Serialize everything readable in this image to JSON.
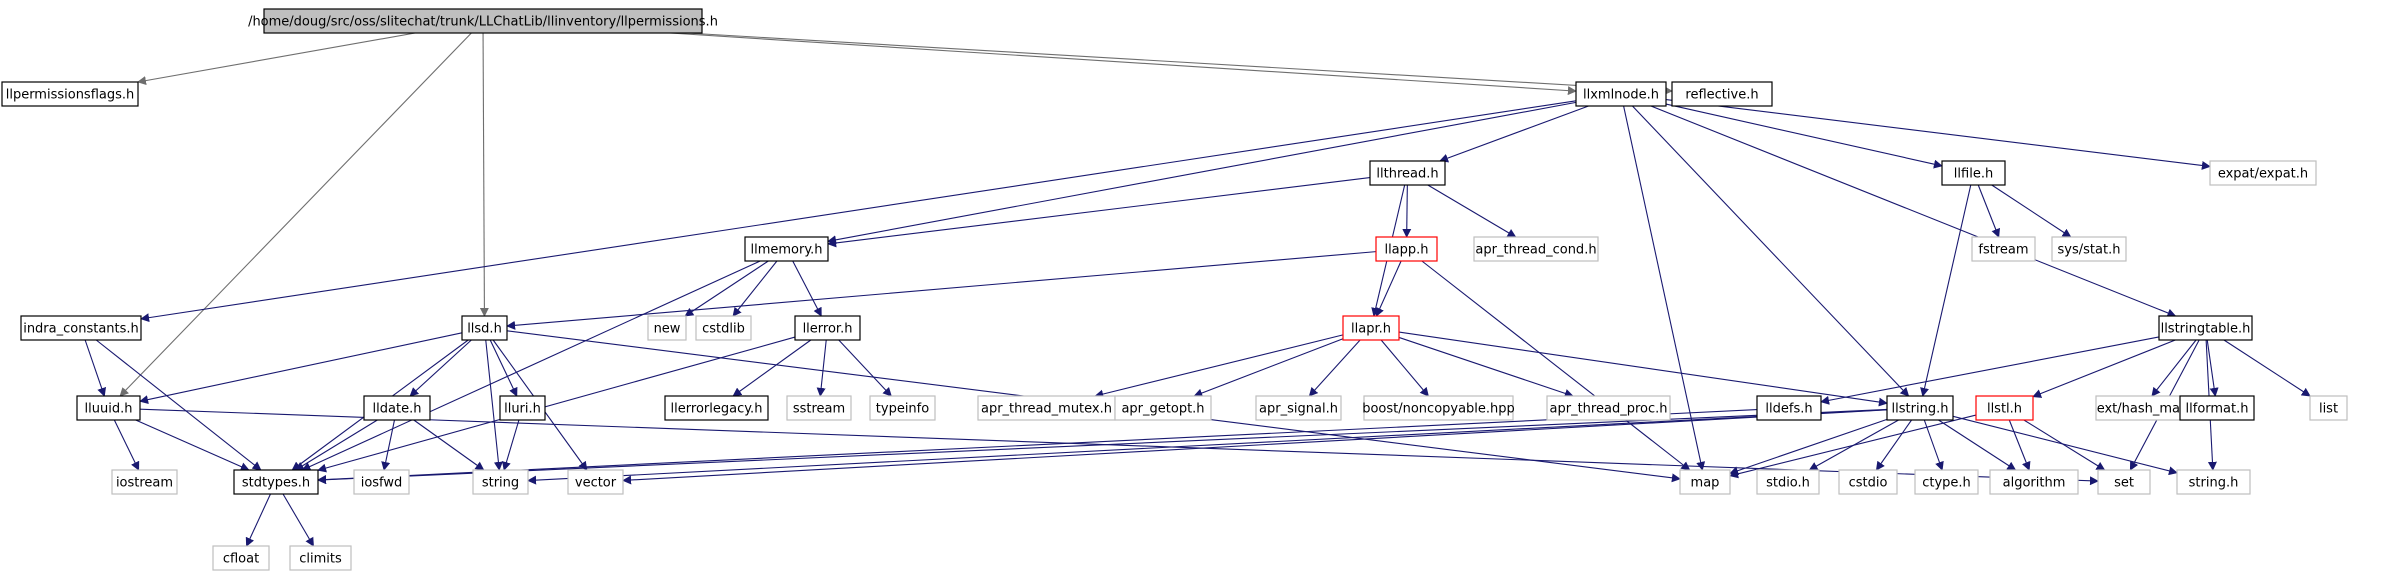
{
  "diagram": {
    "colors": {
      "edge": "#191970",
      "root_edge": "#6e6e6e",
      "root_fill": "#bfbfbf",
      "documented_border": "#000000",
      "undocumented_border": "#bfbfbf",
      "truncated_border": "#ff0000"
    },
    "nodes": [
      {
        "id": "root",
        "label": "/home/doug/src/oss/slitechat/trunk/LLChatLib/llinventory/llpermissions.h",
        "style": "root"
      },
      {
        "id": "llpermissionsflags",
        "label": "llpermissionsflags.h",
        "style": "doc"
      },
      {
        "id": "reflective",
        "label": "reflective.h",
        "style": "doc"
      },
      {
        "id": "llxmlnode",
        "label": "llxmlnode.h",
        "style": "doc"
      },
      {
        "id": "llthread",
        "label": "llthread.h",
        "style": "doc"
      },
      {
        "id": "llfile",
        "label": "llfile.h",
        "style": "doc"
      },
      {
        "id": "expat",
        "label": "expat/expat.h",
        "style": "ext"
      },
      {
        "id": "llmemory",
        "label": "llmemory.h",
        "style": "doc"
      },
      {
        "id": "llapp",
        "label": "llapp.h",
        "style": "trunc"
      },
      {
        "id": "apr_thread_cond",
        "label": "apr_thread_cond.h",
        "style": "ext"
      },
      {
        "id": "fstream",
        "label": "fstream",
        "style": "ext"
      },
      {
        "id": "sysstat",
        "label": "sys/stat.h",
        "style": "ext"
      },
      {
        "id": "indra_constants",
        "label": "indra_constants.h",
        "style": "doc"
      },
      {
        "id": "llsd",
        "label": "llsd.h",
        "style": "doc"
      },
      {
        "id": "new",
        "label": "new",
        "style": "ext"
      },
      {
        "id": "cstdlib",
        "label": "cstdlib",
        "style": "ext"
      },
      {
        "id": "llerror",
        "label": "llerror.h",
        "style": "doc"
      },
      {
        "id": "llapr",
        "label": "llapr.h",
        "style": "trunc"
      },
      {
        "id": "llstringtable",
        "label": "llstringtable.h",
        "style": "doc"
      },
      {
        "id": "lluuid",
        "label": "lluuid.h",
        "style": "doc"
      },
      {
        "id": "lldate",
        "label": "lldate.h",
        "style": "doc"
      },
      {
        "id": "lluri",
        "label": "lluri.h",
        "style": "doc"
      },
      {
        "id": "llerrorlegacy",
        "label": "llerrorlegacy.h",
        "style": "doc"
      },
      {
        "id": "sstream",
        "label": "sstream",
        "style": "ext"
      },
      {
        "id": "typeinfo",
        "label": "typeinfo",
        "style": "ext"
      },
      {
        "id": "apr_thread_mutex",
        "label": "apr_thread_mutex.h",
        "style": "ext"
      },
      {
        "id": "apr_getopt",
        "label": "apr_getopt.h",
        "style": "ext"
      },
      {
        "id": "apr_signal",
        "label": "apr_signal.h",
        "style": "ext"
      },
      {
        "id": "boost_noncopyable",
        "label": "boost/noncopyable.hpp",
        "style": "ext"
      },
      {
        "id": "apr_thread_proc",
        "label": "apr_thread_proc.h",
        "style": "ext"
      },
      {
        "id": "lldefs",
        "label": "lldefs.h",
        "style": "doc"
      },
      {
        "id": "llstring",
        "label": "llstring.h",
        "style": "doc"
      },
      {
        "id": "llstl",
        "label": "llstl.h",
        "style": "trunc"
      },
      {
        "id": "ext_hash_map",
        "label": "ext/hash_map",
        "style": "ext"
      },
      {
        "id": "llformat",
        "label": "llformat.h",
        "style": "doc"
      },
      {
        "id": "list",
        "label": "list",
        "style": "ext"
      },
      {
        "id": "iostream",
        "label": "iostream",
        "style": "ext"
      },
      {
        "id": "stdtypes",
        "label": "stdtypes.h",
        "style": "doc"
      },
      {
        "id": "iosfwd",
        "label": "iosfwd",
        "style": "ext"
      },
      {
        "id": "string",
        "label": "string",
        "style": "ext"
      },
      {
        "id": "vector",
        "label": "vector",
        "style": "ext"
      },
      {
        "id": "map",
        "label": "map",
        "style": "ext"
      },
      {
        "id": "stdio",
        "label": "stdio.h",
        "style": "ext"
      },
      {
        "id": "cstdio",
        "label": "cstdio",
        "style": "ext"
      },
      {
        "id": "ctype",
        "label": "ctype.h",
        "style": "ext"
      },
      {
        "id": "algorithm",
        "label": "algorithm",
        "style": "ext"
      },
      {
        "id": "set",
        "label": "set",
        "style": "ext"
      },
      {
        "id": "stringh",
        "label": "string.h",
        "style": "ext"
      },
      {
        "id": "cfloat",
        "label": "cfloat",
        "style": "ext"
      },
      {
        "id": "climits",
        "label": "climits",
        "style": "ext"
      }
    ],
    "edges": [
      [
        "root",
        "llpermissionsflags"
      ],
      [
        "root",
        "reflective"
      ],
      [
        "root",
        "llxmlnode"
      ],
      [
        "root",
        "llsd"
      ],
      [
        "root",
        "lluuid"
      ],
      [
        "llxmlnode",
        "llthread"
      ],
      [
        "llxmlnode",
        "llfile"
      ],
      [
        "llxmlnode",
        "expat"
      ],
      [
        "llxmlnode",
        "llmemory"
      ],
      [
        "llxmlnode",
        "indra_constants"
      ],
      [
        "llxmlnode",
        "llstringtable"
      ],
      [
        "llxmlnode",
        "llstring"
      ],
      [
        "llxmlnode",
        "map"
      ],
      [
        "llthread",
        "llmemory"
      ],
      [
        "llthread",
        "llapp"
      ],
      [
        "llthread",
        "apr_thread_cond"
      ],
      [
        "llthread",
        "llapr"
      ],
      [
        "llfile",
        "fstream"
      ],
      [
        "llfile",
        "sysstat"
      ],
      [
        "llfile",
        "llstring"
      ],
      [
        "llmemory",
        "new"
      ],
      [
        "llmemory",
        "cstdlib"
      ],
      [
        "llmemory",
        "llerror"
      ],
      [
        "llmemory",
        "stdtypes"
      ],
      [
        "llapp",
        "llapr"
      ],
      [
        "llapp",
        "llsd"
      ],
      [
        "llapp",
        "map"
      ],
      [
        "indra_constants",
        "lluuid"
      ],
      [
        "indra_constants",
        "stdtypes"
      ],
      [
        "llsd",
        "lluuid"
      ],
      [
        "llsd",
        "lldate"
      ],
      [
        "llsd",
        "lluri"
      ],
      [
        "llsd",
        "stdtypes"
      ],
      [
        "llsd",
        "string"
      ],
      [
        "llsd",
        "vector"
      ],
      [
        "llsd",
        "map"
      ],
      [
        "llerror",
        "llerrorlegacy"
      ],
      [
        "llerror",
        "sstream"
      ],
      [
        "llerror",
        "typeinfo"
      ],
      [
        "llerror",
        "stdtypes"
      ],
      [
        "llapr",
        "apr_thread_mutex"
      ],
      [
        "llapr",
        "apr_getopt"
      ],
      [
        "llapr",
        "apr_signal"
      ],
      [
        "llapr",
        "boost_noncopyable"
      ],
      [
        "llapr",
        "apr_thread_proc"
      ],
      [
        "llapr",
        "llstring"
      ],
      [
        "llstringtable",
        "lldefs"
      ],
      [
        "llstringtable",
        "llstl"
      ],
      [
        "llstringtable",
        "ext_hash_map"
      ],
      [
        "llstringtable",
        "llformat"
      ],
      [
        "llstringtable",
        "list"
      ],
      [
        "llstringtable",
        "stringh"
      ],
      [
        "llstringtable",
        "set"
      ],
      [
        "lluuid",
        "iostream"
      ],
      [
        "lluuid",
        "stdtypes"
      ],
      [
        "lluuid",
        "set"
      ],
      [
        "lldate",
        "stdtypes"
      ],
      [
        "lldate",
        "iosfwd"
      ],
      [
        "lldate",
        "string"
      ],
      [
        "lluri",
        "string"
      ],
      [
        "lldefs",
        "stdtypes"
      ],
      [
        "llstring",
        "stdtypes"
      ],
      [
        "llstring",
        "string"
      ],
      [
        "llstring",
        "vector"
      ],
      [
        "llstring",
        "map"
      ],
      [
        "llstring",
        "stdio"
      ],
      [
        "llstring",
        "cstdio"
      ],
      [
        "llstring",
        "ctype"
      ],
      [
        "llstring",
        "algorithm"
      ],
      [
        "llstring",
        "stringh"
      ],
      [
        "llstl",
        "map"
      ],
      [
        "llstl",
        "algorithm"
      ],
      [
        "llstl",
        "set"
      ],
      [
        "stdtypes",
        "cfloat"
      ],
      [
        "stdtypes",
        "climits"
      ]
    ]
  }
}
